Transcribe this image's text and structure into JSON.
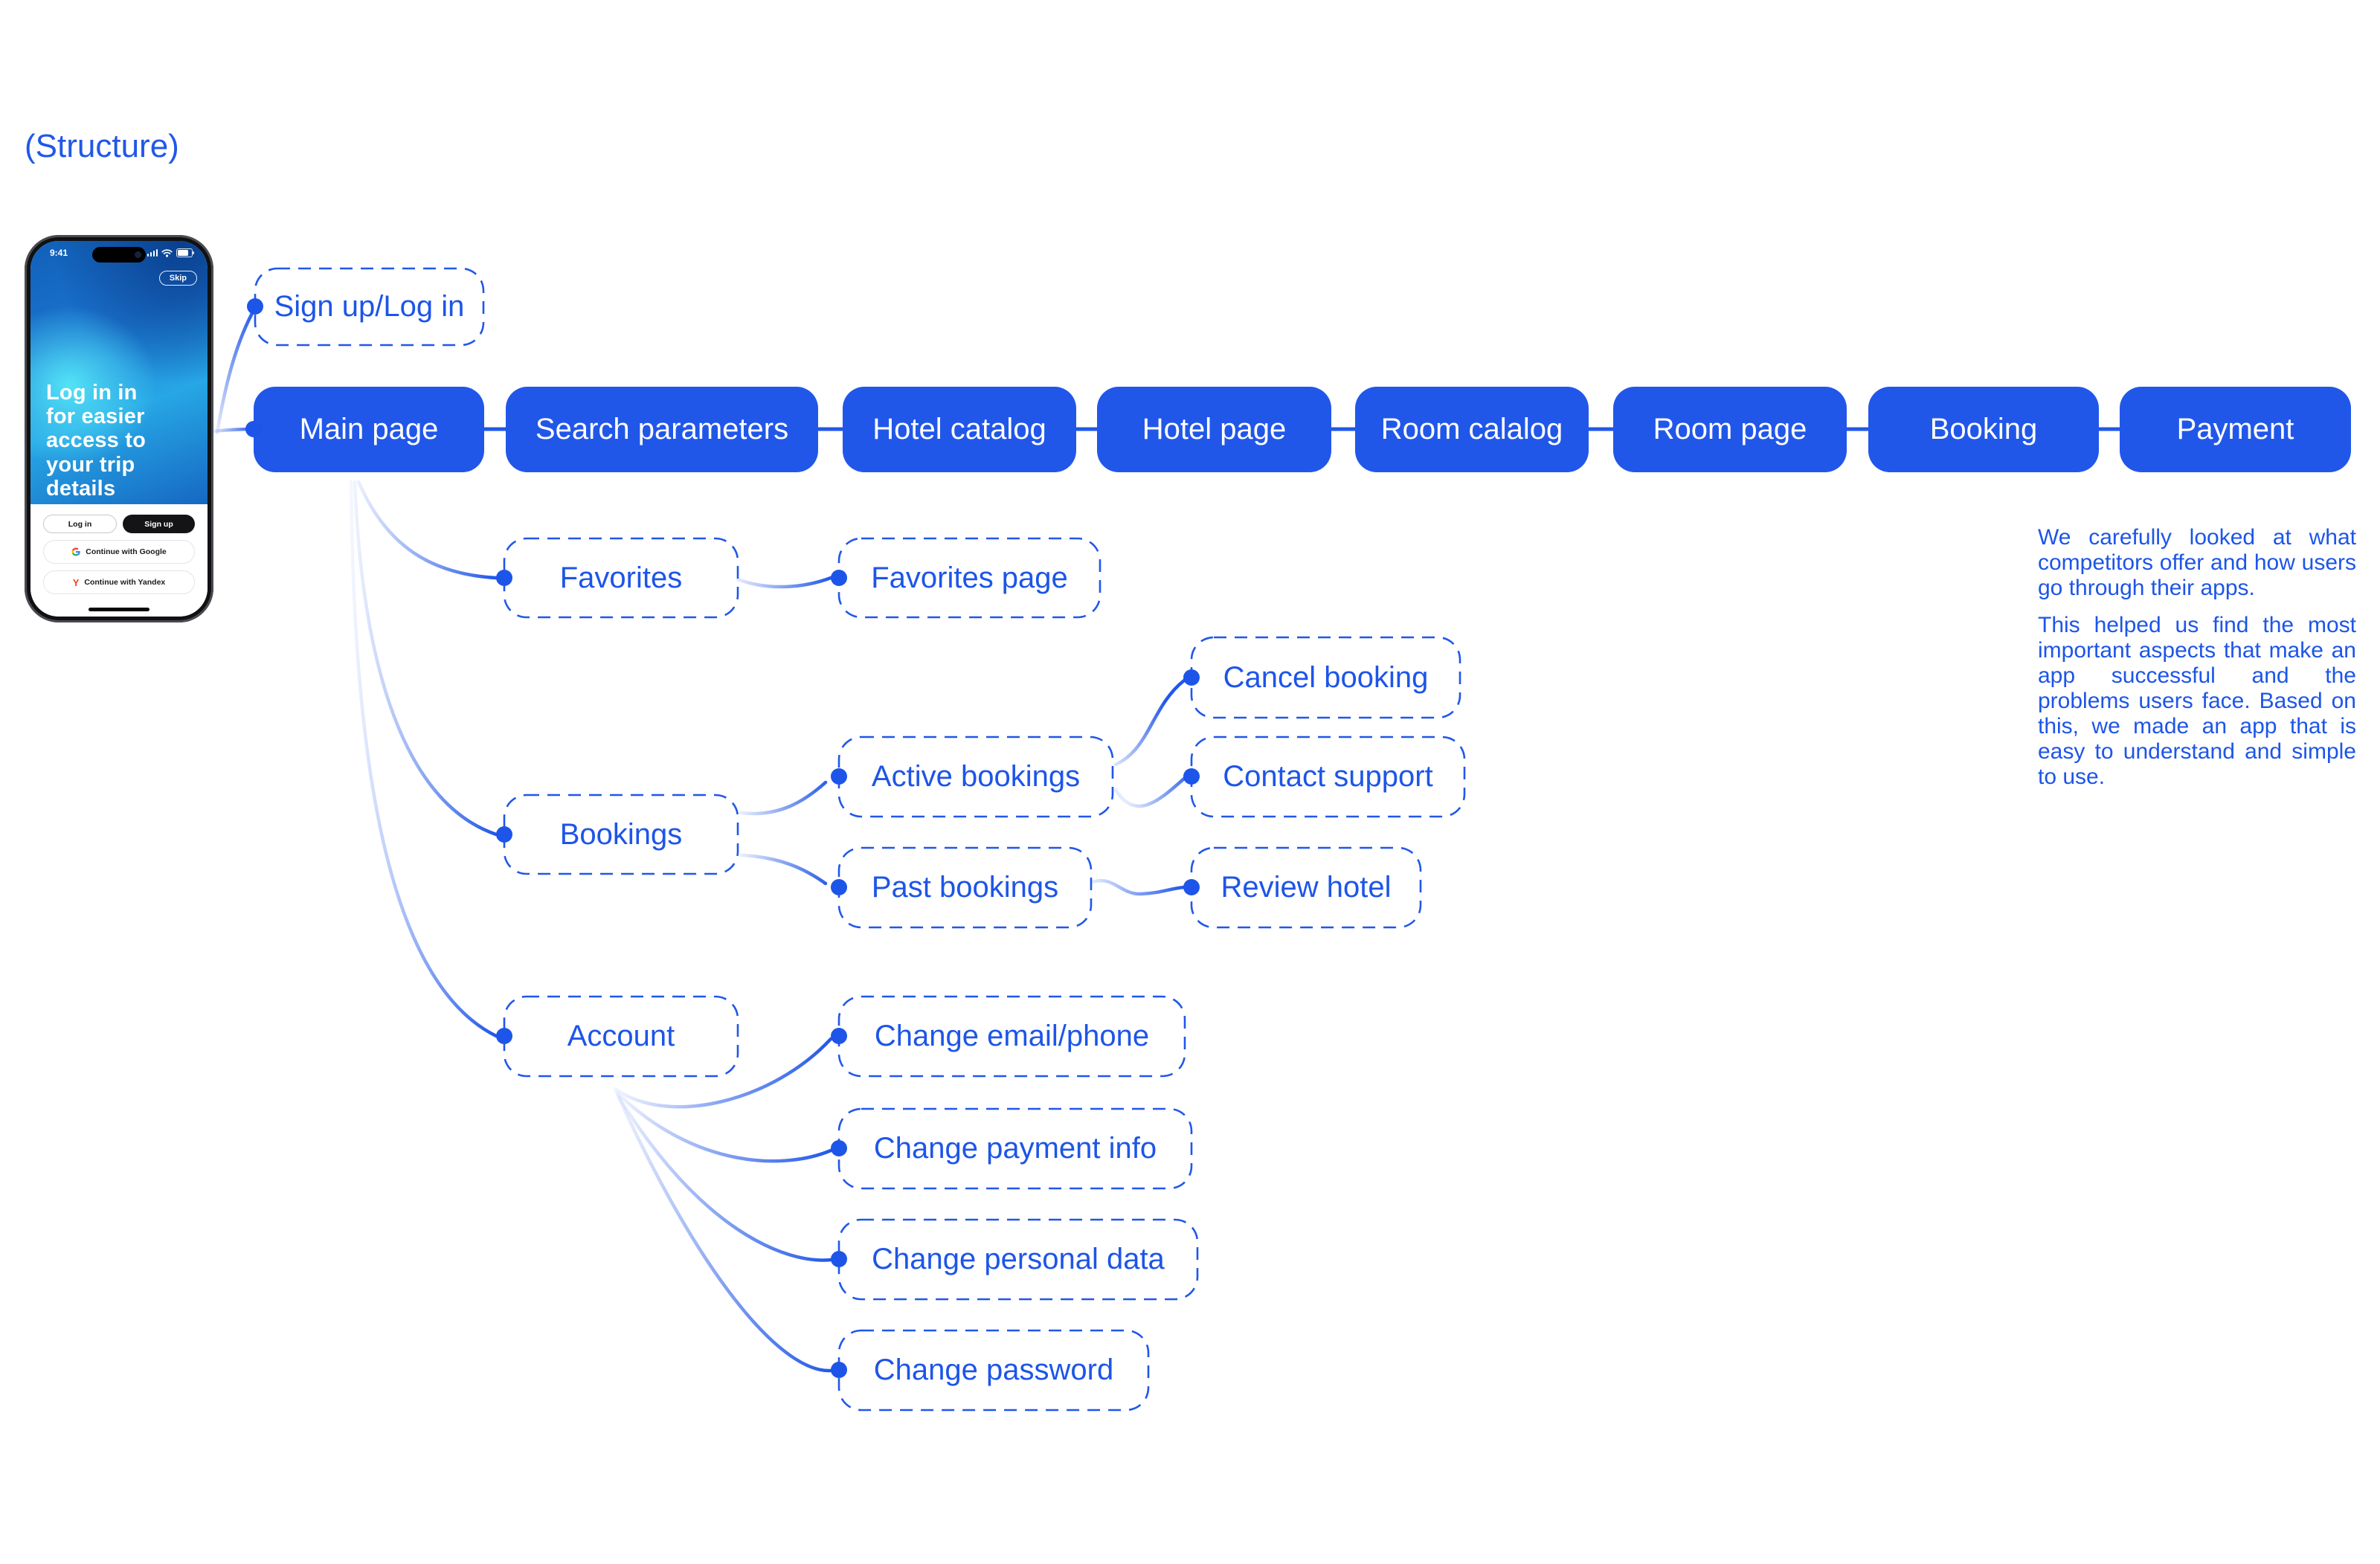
{
  "page": {
    "structure_label": "(Structure)"
  },
  "phone": {
    "status_time": "9:41",
    "skip_label": "Skip",
    "headline_lines": [
      "Log in in",
      "for easier",
      "access to",
      "your trip",
      "details"
    ],
    "login_label": "Log in",
    "signup_label": "Sign up",
    "google_label": "Continue with Google",
    "yandex_label": "Continue with Yandex",
    "yandex_glyph": "Y"
  },
  "flow": [
    {
      "label": "Main page"
    },
    {
      "label": "Search parameters"
    },
    {
      "label": "Hotel catalog"
    },
    {
      "label": "Hotel page"
    },
    {
      "label": "Room calalog"
    },
    {
      "label": "Room page"
    },
    {
      "label": "Booking"
    },
    {
      "label": "Payment"
    }
  ],
  "nodes": {
    "signup": {
      "label": "Sign up/Log in"
    },
    "favorites": {
      "label": "Favorites"
    },
    "favorites_page": {
      "label": "Favorites page"
    },
    "bookings": {
      "label": "Bookings"
    },
    "active_bookings": {
      "label": "Active bookings"
    },
    "past_bookings": {
      "label": "Past bookings"
    },
    "cancel_booking": {
      "label": "Cancel booking"
    },
    "contact_support": {
      "label": "Contact support"
    },
    "review_hotel": {
      "label": "Review hotel"
    },
    "account": {
      "label": "Account"
    },
    "change_email": {
      "label": "Change email/phone"
    },
    "change_payment": {
      "label": "Change payment info"
    },
    "change_personal": {
      "label": "Change personal data"
    },
    "change_password": {
      "label": "Change password"
    }
  },
  "annotation": {
    "p1": "We carefully looked at what competitors offer and how users go through their apps.",
    "p2": "This helped us find the most important aspects that make an app successful and the problems users face. Based on this, we made an app that is easy to understand and simple to use."
  },
  "icons": {
    "status": [
      "signal-icon",
      "wifi-icon",
      "battery-icon"
    ],
    "auth": [
      "google-icon",
      "yandex-icon"
    ]
  },
  "colors": {
    "primary_blue": "#2157e9",
    "text_blue": "#1d55e8",
    "phone_screen_cyan": "#53e3f7",
    "phone_screen_blue": "#1b74cf",
    "signup_button_bg": "#141416",
    "google_blue": "#4285F4",
    "yandex_red": "#FC3F1D"
  }
}
